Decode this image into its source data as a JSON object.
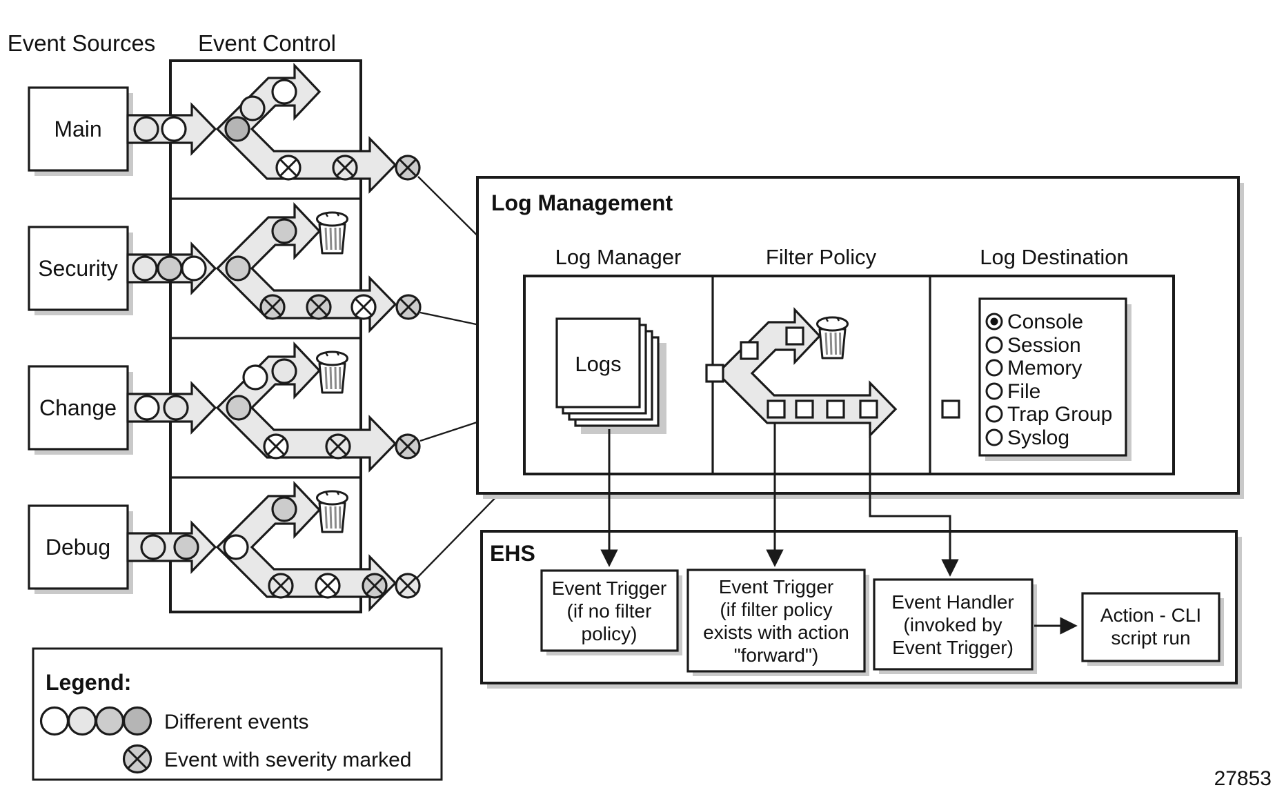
{
  "figure_number": "27853",
  "headers": {
    "event_sources": "Event Sources",
    "event_control": "Event Control",
    "log_management": "Log Management",
    "log_manager": "Log Manager",
    "filter_policy": "Filter Policy",
    "log_destination": "Log Destination",
    "ehs": "EHS"
  },
  "event_sources": [
    {
      "label": "Main"
    },
    {
      "label": "Security"
    },
    {
      "label": "Change"
    },
    {
      "label": "Debug"
    }
  ],
  "log_manager": {
    "logs_label": "Logs"
  },
  "log_destination": {
    "items": [
      {
        "label": "Console",
        "selected": true
      },
      {
        "label": "Session",
        "selected": false
      },
      {
        "label": "Memory",
        "selected": false
      },
      {
        "label": "File",
        "selected": false
      },
      {
        "label": "Trap Group",
        "selected": false
      },
      {
        "label": "Syslog",
        "selected": false
      }
    ]
  },
  "ehs": {
    "boxes": [
      {
        "lines": [
          "Event Trigger",
          "(if no filter",
          "policy)"
        ]
      },
      {
        "lines": [
          "Event Trigger",
          "(if filter policy",
          "exists with action",
          "\"forward\")"
        ]
      },
      {
        "lines": [
          "Event Handler",
          "(invoked by",
          "Event Trigger)"
        ]
      },
      {
        "lines": [
          "Action - CLI",
          "script run"
        ]
      }
    ]
  },
  "legend": {
    "title": "Legend:",
    "different_events": "Different events",
    "severity_marked": "Event with severity marked"
  },
  "colors": {
    "band_fill": "#e8e8e8",
    "outline": "#1a1a1a",
    "shadow": "#c9c9c9",
    "event_white": "#ffffff",
    "event_light": "#e6e6e6",
    "event_mid": "#cccccc",
    "event_dark": "#b5b5b5"
  }
}
